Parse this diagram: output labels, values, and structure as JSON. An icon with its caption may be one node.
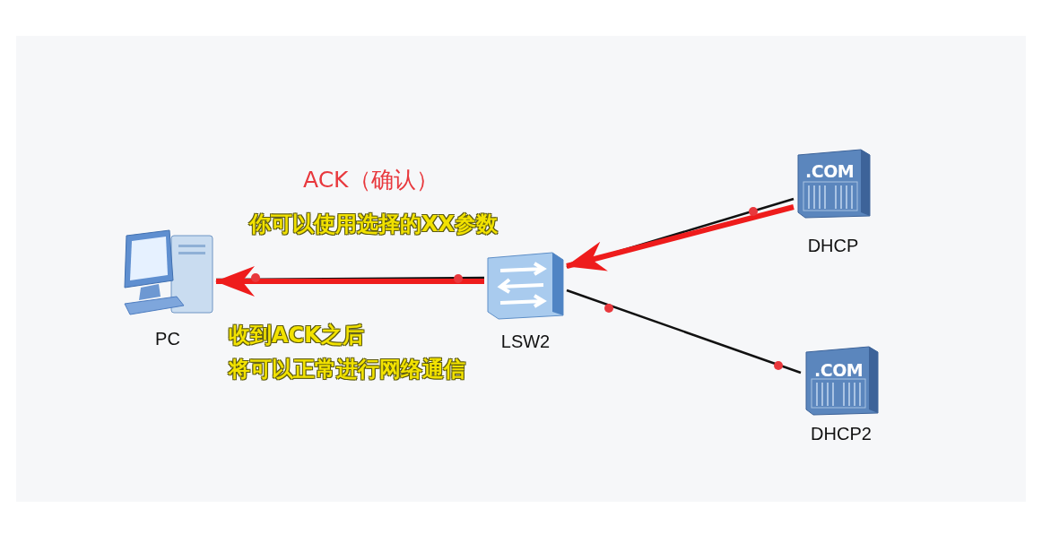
{
  "diagram": {
    "nodes": [
      {
        "text": [
          "PC"
        ]
      },
      {
        "text": [
          "LSW2"
        ]
      },
      {
        "text": [
          "DHCP"
        ]
      },
      {
        "text": [
          "DHCP2"
        ]
      }
    ],
    "edges": [
      {
        "from": 0,
        "to": 1,
        "arrow": "none"
      },
      {
        "from": 1,
        "to": 2,
        "arrow": "none"
      },
      {
        "from": 1,
        "to": 3,
        "arrow": "none"
      },
      {
        "from": 2,
        "to": 1,
        "arrow": "to",
        "style": "thick",
        "color": "#ee1c1c"
      },
      {
        "from": 1,
        "to": 0,
        "arrow": "to",
        "style": "thick",
        "color": "#ee1c1c"
      }
    ],
    "labels": [
      "ACK（确认）",
      "你可以使用选择的XX参数",
      ".COM",
      "收到ACK之后",
      "将可以正常进行网络通信",
      ".COM"
    ]
  }
}
